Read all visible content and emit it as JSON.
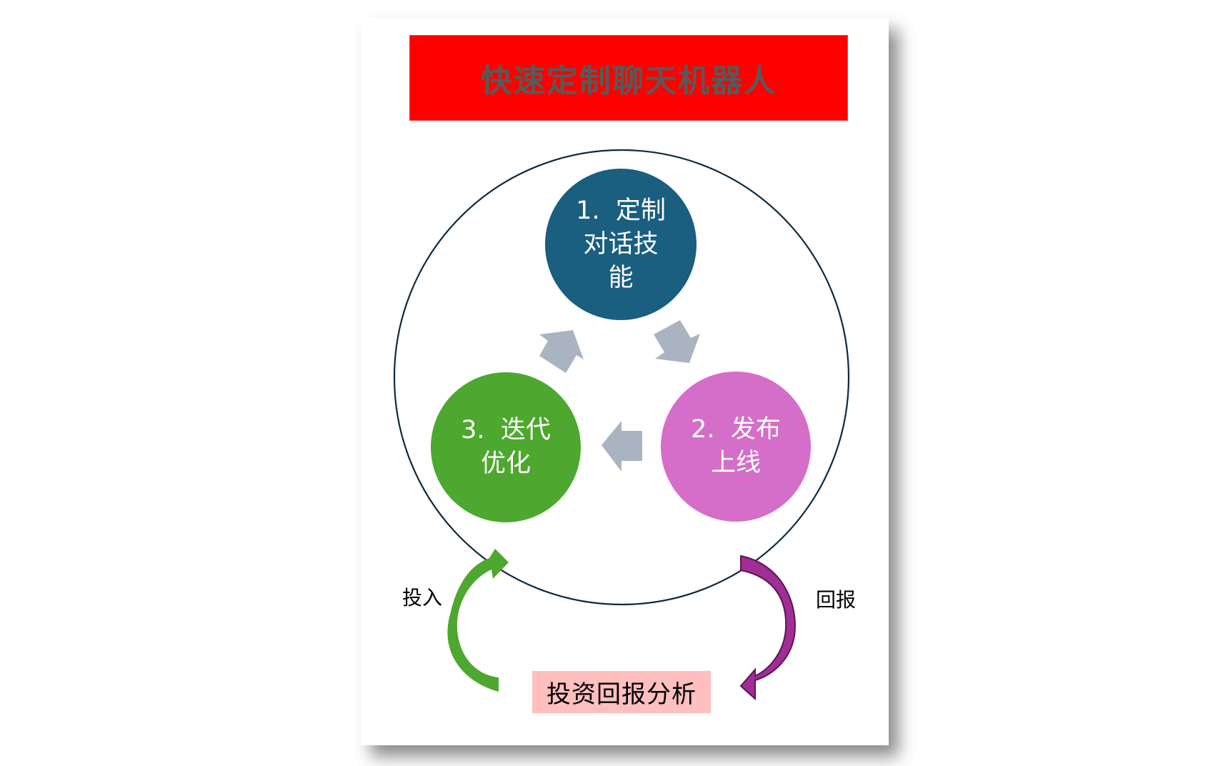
{
  "title": "快速定制聊天机器人",
  "colors": {
    "title_bg": "#ff0000",
    "title_text": "#595959",
    "node_1": "#1a5e80",
    "node_2": "#d56ec8",
    "node_3": "#4ea72e",
    "cycle_arrow": "#a9b4c0",
    "outer_ring": "#0f2a3d",
    "invest_arrow": "#4ea72e",
    "return_arrow": "#8e2a86",
    "roi_bg": "#ffbfbf"
  },
  "cycle": {
    "nodes": [
      {
        "id": 1,
        "lines": [
          "1.  定制",
          "对话技",
          "能"
        ]
      },
      {
        "id": 2,
        "lines": [
          "2.  发布",
          "上线"
        ]
      },
      {
        "id": 3,
        "lines": [
          "3.  迭代",
          "优化"
        ]
      }
    ],
    "arrows": [
      "node-1-to-node-2",
      "node-2-to-node-3",
      "node-3-to-node-1"
    ]
  },
  "flow": {
    "invest_label": "投入",
    "return_label": "回报",
    "roi_label": "投资回报分析"
  }
}
